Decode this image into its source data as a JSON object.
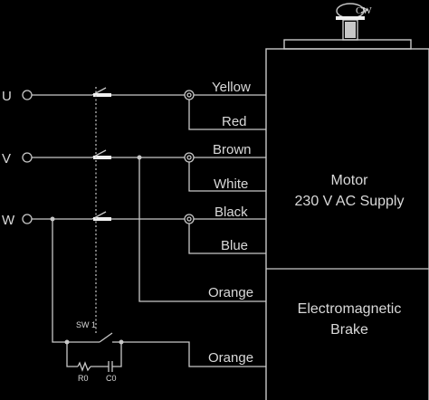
{
  "terminals": {
    "u": "U",
    "v": "V",
    "w": "W"
  },
  "wires": {
    "yellow": "Yellow",
    "red": "Red",
    "brown": "Brown",
    "white": "White",
    "black": "Black",
    "blue": "Blue",
    "orange_top": "Orange",
    "orange_bottom": "Orange"
  },
  "motor": {
    "line1": "Motor",
    "line2": "230 V AC Supply"
  },
  "brake": {
    "line1": "Electromagnetic",
    "line2": "Brake"
  },
  "rotation": "CW",
  "switch_label": "SW 1",
  "resistor_label": "R0",
  "capacitor_label": "C0"
}
